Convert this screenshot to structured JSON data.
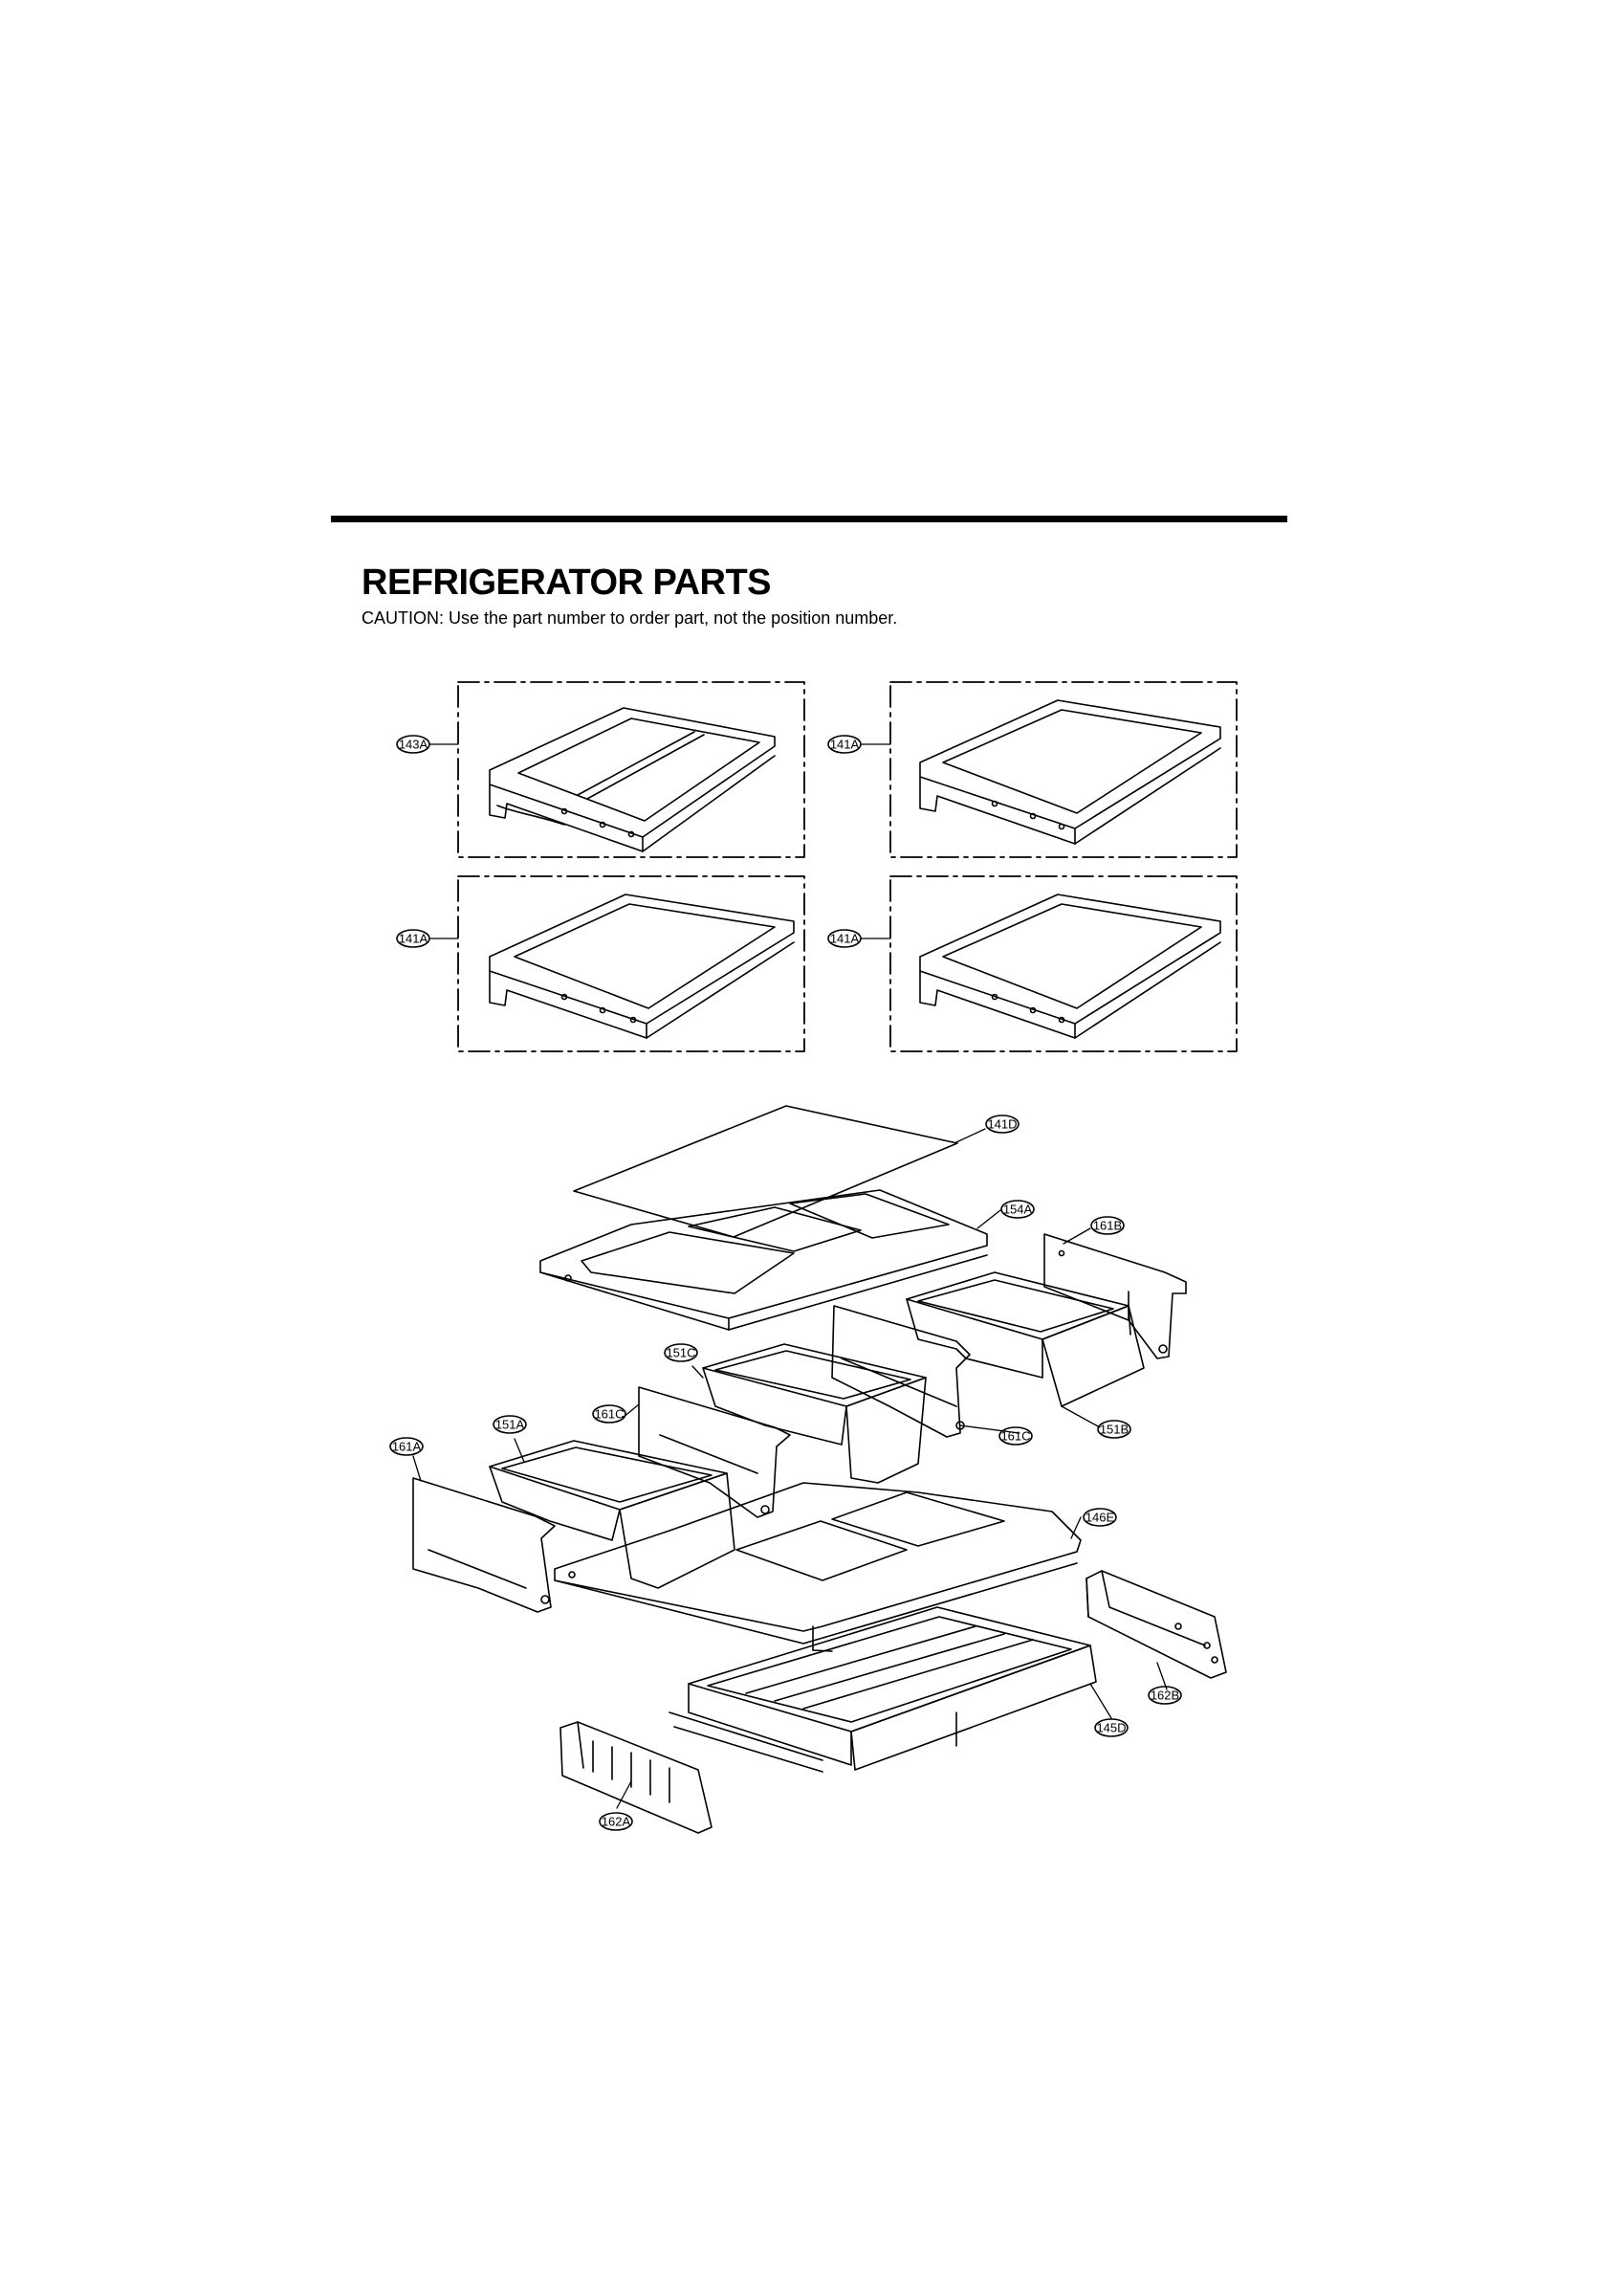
{
  "page": {
    "title": "REFRIGERATOR PARTS",
    "caution": "CAUTION: Use the part number to order part, not the position number."
  },
  "labels": {
    "l143A": "143A",
    "l141A_1": "141A",
    "l141A_2": "141A",
    "l141A_3": "141A",
    "l141D": "141D",
    "l154A": "154A",
    "l161B": "161B",
    "l151C": "151C",
    "l161C_1": "161C",
    "l161C_2": "161C",
    "l151B": "151B",
    "l151A": "151A",
    "l161A": "161A",
    "l146E": "146E",
    "l162B": "162B",
    "l145D": "145D",
    "l162A": "162A"
  },
  "colors": {
    "line": "#000000",
    "background": "#ffffff"
  }
}
